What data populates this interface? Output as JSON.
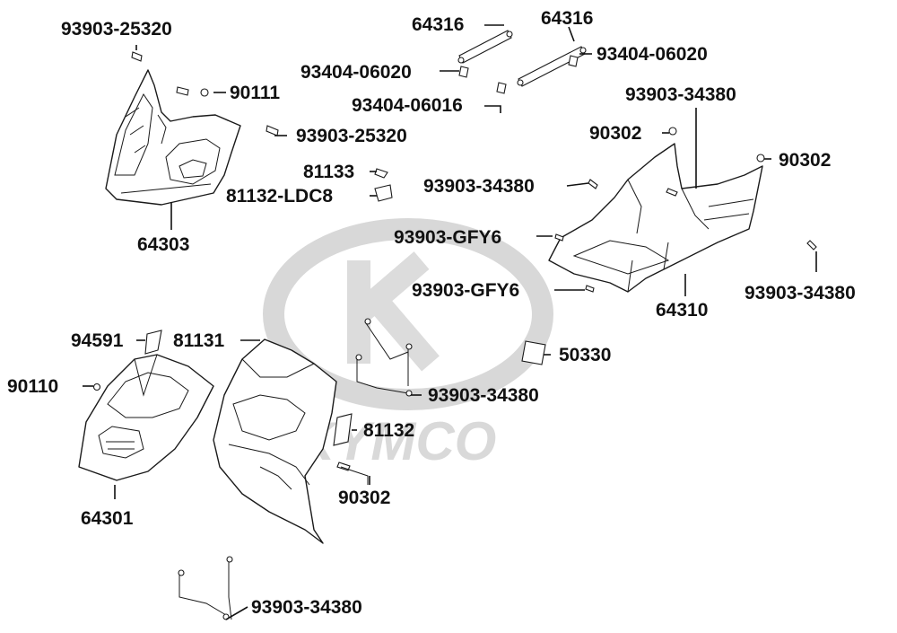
{
  "watermark": {
    "text": "KYMCO",
    "color": "#d9d9d9"
  },
  "colors": {
    "line": "#1a1a1a",
    "label": "#111111",
    "background": "#ffffff"
  },
  "labels": {
    "p_64316_a": "64316",
    "p_64316_b": "64316",
    "p_93903_25320_top": "93903-25320",
    "p_93404_06020_a": "93404-06020",
    "p_93404_06020_b": "93404-06020",
    "p_90111": "90111",
    "p_93404_06016": "93404-06016",
    "p_93903_34380_top": "93903-34380",
    "p_93903_25320_mid": "93903-25320",
    "p_90302_a": "90302",
    "p_90302_b": "90302",
    "p_81133": "81133",
    "p_81132_ldc8": "81132-LDC8",
    "p_93903_34380_mid": "93903-34380",
    "p_64303": "64303",
    "p_93903_gfy6_a": "93903-GFY6",
    "p_93903_34380_right": "93903-34380",
    "p_93903_gfy6_b": "93903-GFY6",
    "p_64310": "64310",
    "p_94591": "94591",
    "p_81131": "81131",
    "p_50330": "50330",
    "p_90110": "90110",
    "p_93903_34380_center": "93903-34380",
    "p_81132": "81132",
    "p_90302_c": "90302",
    "p_64301": "64301",
    "p_93903_34380_bottom": "93903-34380"
  }
}
